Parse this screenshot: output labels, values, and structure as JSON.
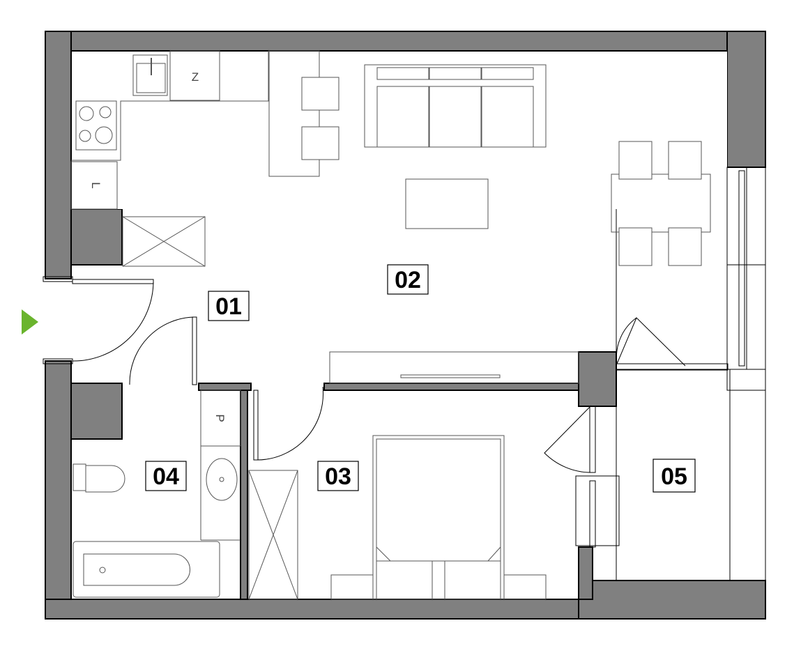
{
  "rooms": [
    {
      "id": "01"
    },
    {
      "id": "02"
    },
    {
      "id": "03"
    },
    {
      "id": "04"
    },
    {
      "id": "05"
    }
  ],
  "fixture_marks": {
    "fridge": "Z",
    "dishwasher": "L",
    "washer": "P"
  },
  "colors": {
    "wall": "#808080",
    "entrance_arrow": "#6ab42d",
    "line": "#555555"
  },
  "entrance_icon": "play-triangle-icon"
}
